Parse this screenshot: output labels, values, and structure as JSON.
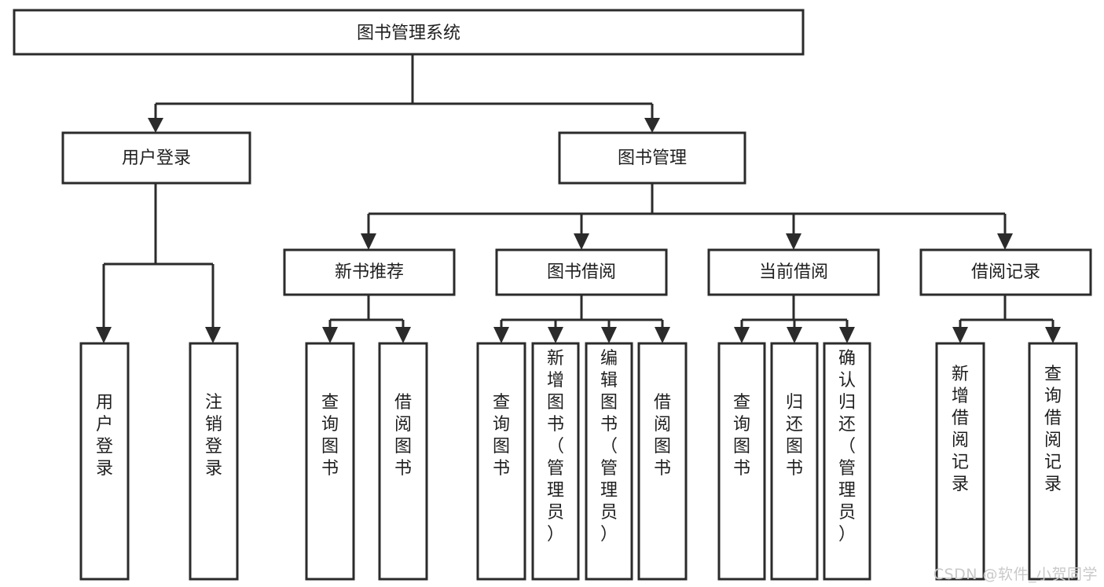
{
  "diagram": {
    "title": "图书管理系统",
    "type": "tree",
    "orientation": "top-down",
    "colors": {
      "box_stroke": "#2b2b2b",
      "box_fill": "#ffffff",
      "connector": "#2b2b2b",
      "text": "#1f1f1f",
      "background": "#ffffff",
      "watermark": "#c9c9c9"
    },
    "root": {
      "id": "root",
      "label": "图书管理系统"
    },
    "level2": [
      {
        "id": "user-login",
        "label": "用户登录"
      },
      {
        "id": "book-manage",
        "label": "图书管理"
      }
    ],
    "level3": [
      {
        "id": "new-book-recommend",
        "label": "新书推荐",
        "parent": "book-manage"
      },
      {
        "id": "book-borrow",
        "label": "图书借阅",
        "parent": "book-manage"
      },
      {
        "id": "current-borrow",
        "label": "当前借阅",
        "parent": "book-manage"
      },
      {
        "id": "borrow-record",
        "label": "借阅记录",
        "parent": "book-manage"
      }
    ],
    "leaves": [
      {
        "id": "leaf-user-login",
        "label": "用户登录",
        "parent": "user-login"
      },
      {
        "id": "leaf-logout-login",
        "label": "注销登录",
        "parent": "user-login"
      },
      {
        "id": "leaf-query-book-1",
        "label": "查询图书",
        "parent": "new-book-recommend"
      },
      {
        "id": "leaf-borrow-book-1",
        "label": "借阅图书",
        "parent": "new-book-recommend"
      },
      {
        "id": "leaf-query-book-2",
        "label": "查询图书",
        "parent": "book-borrow"
      },
      {
        "id": "leaf-add-book-admin",
        "label": "新增图书（管理员）",
        "parent": "book-borrow"
      },
      {
        "id": "leaf-edit-book-admin",
        "label": "编辑图书（管理员）",
        "parent": "book-borrow"
      },
      {
        "id": "leaf-borrow-book-2",
        "label": "借阅图书",
        "parent": "book-borrow"
      },
      {
        "id": "leaf-query-book-3",
        "label": "查询图书",
        "parent": "current-borrow"
      },
      {
        "id": "leaf-return-book",
        "label": "归还图书",
        "parent": "current-borrow"
      },
      {
        "id": "leaf-confirm-return-admin",
        "label": "确认归还（管理员）",
        "parent": "current-borrow"
      },
      {
        "id": "leaf-add-borrow-record",
        "label": "新增借阅记录",
        "parent": "borrow-record"
      },
      {
        "id": "leaf-query-borrow-record",
        "label": "查询借阅记录",
        "parent": "borrow-record"
      }
    ]
  },
  "watermark": {
    "text": "CSDN @软件_小贺同学"
  }
}
